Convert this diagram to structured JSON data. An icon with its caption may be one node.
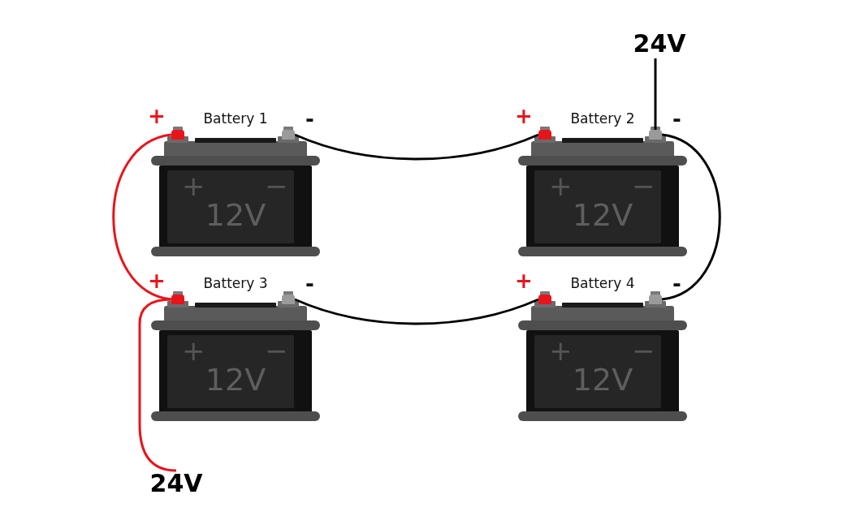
{
  "diagram": {
    "nodes": [
      {
        "text": [
          "24V"
        ]
      },
      {
        "text": [
          "Battery 1",
          "+",
          "−",
          "12V"
        ]
      },
      {
        "text": [],
        "shape": "box",
        "beside": [
          "+"
        ]
      },
      {
        "text": [],
        "shape": "box",
        "beside": [
          "-"
        ]
      },
      {
        "text": [
          "Battery 2",
          "+",
          "−",
          "12V"
        ]
      },
      {
        "text": [],
        "shape": "box",
        "beside": [
          "+"
        ]
      },
      {
        "text": [],
        "shape": "box",
        "beside": [
          "-"
        ]
      },
      {
        "text": [
          "Battery 3",
          "+",
          "−",
          "12V"
        ]
      },
      {
        "text": [],
        "shape": "box",
        "beside": [
          "+"
        ]
      },
      {
        "text": [],
        "shape": "box",
        "beside": [
          "-"
        ]
      },
      {
        "text": [
          "Battery 4",
          "+",
          "−",
          "12V"
        ]
      },
      {
        "text": [],
        "shape": "box",
        "beside": [
          "+"
        ]
      },
      {
        "text": [],
        "shape": "box",
        "beside": [
          "-"
        ]
      },
      {
        "text": [
          "24V"
        ]
      }
    ],
    "edges": [
      {
        "from": 3,
        "to": 5,
        "arrow": "none"
      },
      {
        "from": 2,
        "to": 8,
        "arrow": "none",
        "color": "#e8141b"
      },
      {
        "from": 6,
        "to": 0,
        "arrow": "none"
      },
      {
        "from": 6,
        "to": 12,
        "arrow": "none"
      },
      {
        "from": 9,
        "to": 11,
        "arrow": "none"
      },
      {
        "from": 8,
        "to": 13,
        "arrow": "none",
        "color": "#e8141b"
      }
    ]
  }
}
